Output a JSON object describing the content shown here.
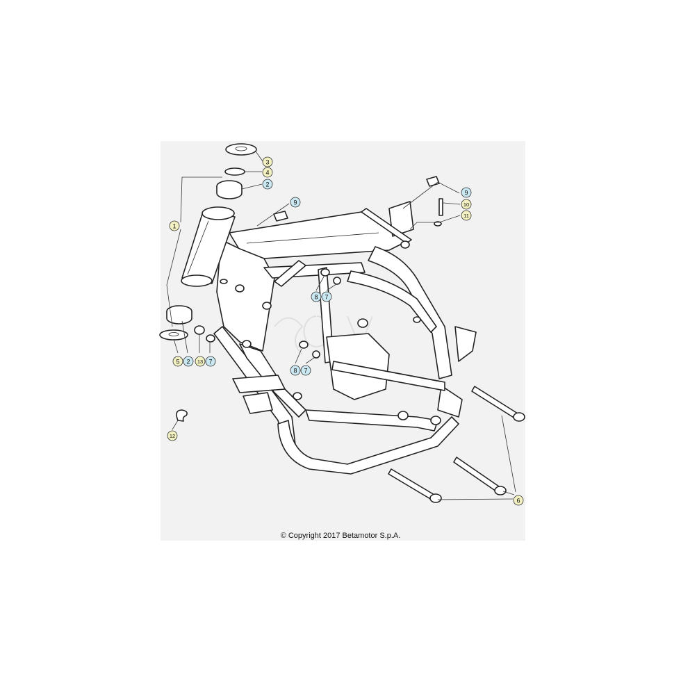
{
  "copyright": "© Copyright 2017 Betamotor S.p.A.",
  "colors": {
    "yellow_callout": "#f3f1c2",
    "blue_callout": "#c9e8f2",
    "panel": "#f2f2f2"
  },
  "callouts": [
    {
      "id": "c3",
      "label": "3",
      "tone": "yellow"
    },
    {
      "id": "c4",
      "label": "4",
      "tone": "yellow"
    },
    {
      "id": "c2a",
      "label": "2",
      "tone": "blue"
    },
    {
      "id": "c9a",
      "label": "9",
      "tone": "blue"
    },
    {
      "id": "c1",
      "label": "1",
      "tone": "yellow"
    },
    {
      "id": "c9b",
      "label": "9",
      "tone": "blue"
    },
    {
      "id": "c10",
      "label": "10",
      "tone": "yellow"
    },
    {
      "id": "c11",
      "label": "11",
      "tone": "yellow"
    },
    {
      "id": "c8a",
      "label": "8",
      "tone": "blue"
    },
    {
      "id": "c7a",
      "label": "7",
      "tone": "blue"
    },
    {
      "id": "c5",
      "label": "5",
      "tone": "yellow"
    },
    {
      "id": "c2b",
      "label": "2",
      "tone": "blue"
    },
    {
      "id": "c13",
      "label": "13",
      "tone": "yellow"
    },
    {
      "id": "c7b",
      "label": "7",
      "tone": "blue"
    },
    {
      "id": "c8b",
      "label": "8",
      "tone": "blue"
    },
    {
      "id": "c7c",
      "label": "7",
      "tone": "blue"
    },
    {
      "id": "c12",
      "label": "12",
      "tone": "yellow"
    },
    {
      "id": "c6",
      "label": "6",
      "tone": "yellow"
    }
  ]
}
